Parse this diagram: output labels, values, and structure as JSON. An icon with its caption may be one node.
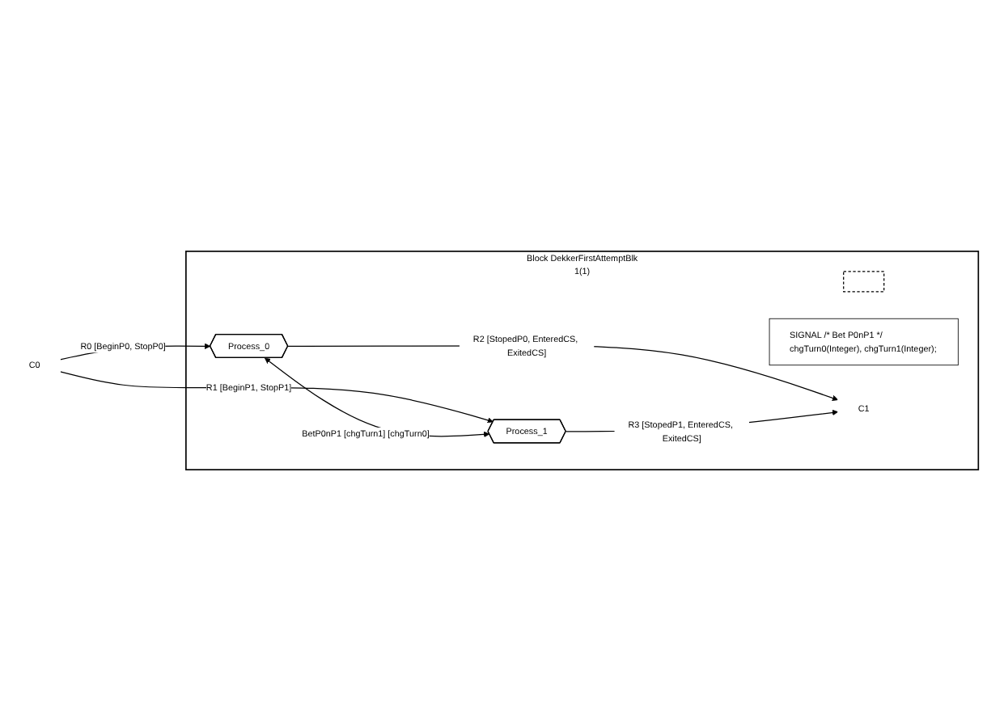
{
  "diagram": {
    "nodes": [
      {
        "text": [
          "Block DekkerFirstAttemptBlk",
          "1(1)"
        ]
      },
      {
        "text": [],
        "shape": "box",
        "in": 0
      },
      {
        "text": [
          "SIGNAL /* Bet P0nP1 */ chgTurn0(Integer), chgTurn1(Integer);"
        ],
        "in": 0
      },
      {
        "text": [
          "C0"
        ]
      },
      {
        "text": [
          "Process_0"
        ],
        "in": 0
      },
      {
        "text": [
          "Process_1"
        ],
        "in": 0
      },
      {
        "text": [
          "C1"
        ],
        "in": 0
      }
    ],
    "edges": [
      {
        "from": 3,
        "to": 4,
        "arrow": "to",
        "label": "R0 [BeginP0, StopP0]"
      },
      {
        "from": 3,
        "to": 5,
        "arrow": "to",
        "label": "R1 [BeginP1, StopP1]"
      },
      {
        "from": 4,
        "to": 5,
        "arrow": "both",
        "label": "BetP0nP1 [chgTurn1] [chgTurn0]"
      },
      {
        "from": 4,
        "to": 6,
        "arrow": "to",
        "label": "R2 [StopedP0, EnteredCS, ExitedCS]"
      },
      {
        "from": 5,
        "to": 6,
        "arrow": "to",
        "label": "R3 [StopedP1, EnteredCS, ExitedCS]"
      }
    ]
  }
}
